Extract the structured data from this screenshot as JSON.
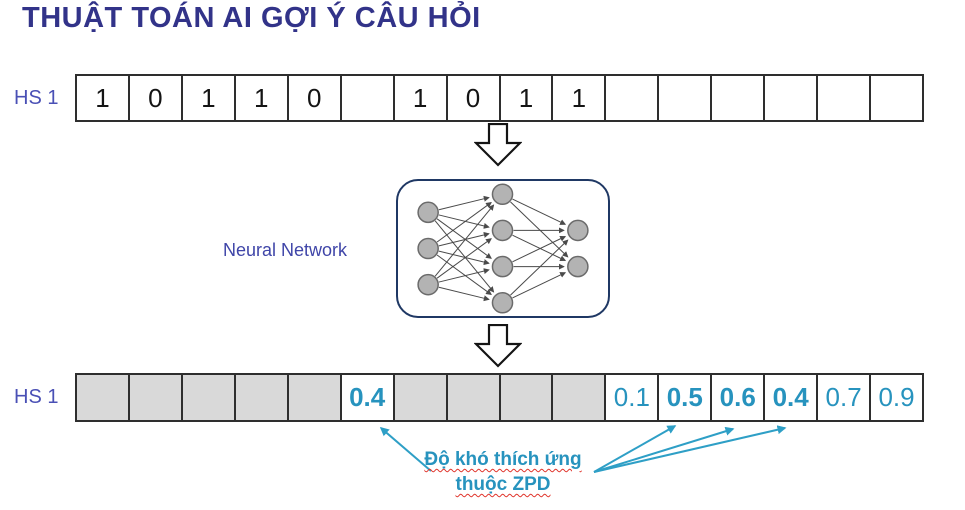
{
  "title": "THUẬT TOÁN AI GỢI Ý CÂU HỎI",
  "input_row": {
    "label": "HS 1",
    "cells": [
      "1",
      "0",
      "1",
      "1",
      "0",
      "",
      "1",
      "0",
      "1",
      "1",
      "",
      "",
      "",
      "",
      "",
      ""
    ]
  },
  "neural_network": {
    "label": "Neural Network",
    "layers": [
      3,
      4,
      2
    ]
  },
  "output_row": {
    "label": "HS 1",
    "cells": [
      {
        "value": "",
        "filled": true,
        "bold": false
      },
      {
        "value": "",
        "filled": true,
        "bold": false
      },
      {
        "value": "",
        "filled": true,
        "bold": false
      },
      {
        "value": "",
        "filled": true,
        "bold": false
      },
      {
        "value": "",
        "filled": true,
        "bold": false
      },
      {
        "value": "0.4",
        "filled": false,
        "bold": true
      },
      {
        "value": "",
        "filled": true,
        "bold": false
      },
      {
        "value": "",
        "filled": true,
        "bold": false
      },
      {
        "value": "",
        "filled": true,
        "bold": false
      },
      {
        "value": "",
        "filled": true,
        "bold": false
      },
      {
        "value": "0.1",
        "filled": false,
        "bold": false
      },
      {
        "value": "0.5",
        "filled": false,
        "bold": true
      },
      {
        "value": "0.6",
        "filled": false,
        "bold": true
      },
      {
        "value": "0.4",
        "filled": false,
        "bold": true
      },
      {
        "value": "0.7",
        "filled": false,
        "bold": false
      },
      {
        "value": "0.9",
        "filled": false,
        "bold": false
      }
    ]
  },
  "annotation": {
    "line1": "Độ khó thích ứng",
    "line2": "thuộc ZPD",
    "arrow_targets": [
      "output-cell-6",
      "output-cell-12",
      "output-cell-13",
      "output-cell-14"
    ]
  },
  "colors": {
    "title": "#323389",
    "row_label": "#4A50B5",
    "value_teal": "#2793BE",
    "cell_fill_gray": "#D9D9D9",
    "cell_border": "#2e2e2e",
    "nn_border": "#1F3864",
    "nn_node_fill": "#B3B3B3",
    "arrow_teal": "#2E9FC6",
    "squiggle_red": "#E0342B"
  }
}
